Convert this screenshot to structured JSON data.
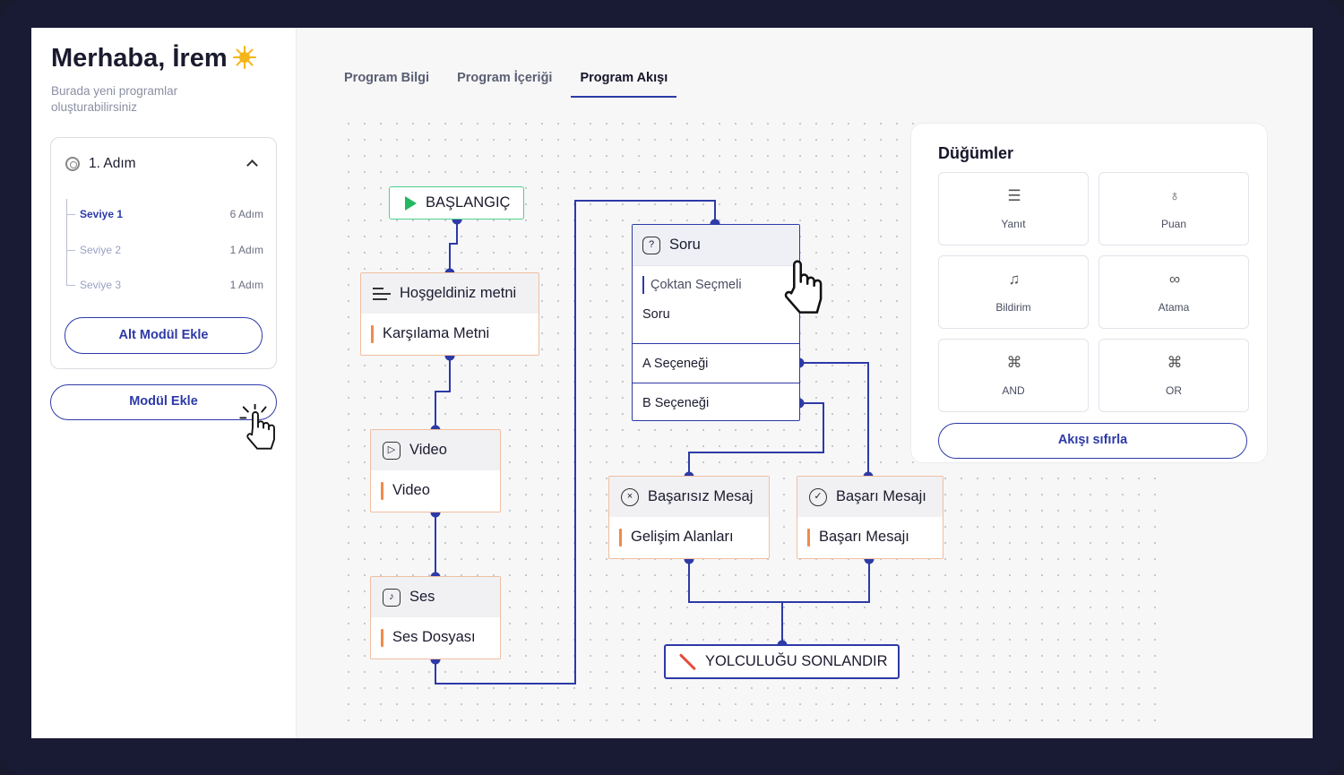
{
  "sidebar": {
    "greeting": "Merhaba, İrem",
    "subtitle": "Burada yeni programlar oluşturabilirsiniz",
    "step": {
      "title": "1. Adım",
      "levels": [
        {
          "name": "Seviye 1",
          "count": "6 Adım"
        },
        {
          "name": "Seviye 2",
          "count": "1 Adım"
        },
        {
          "name": "Seviye 3",
          "count": "1 Adım"
        }
      ],
      "add_submodule": "Alt Modül Ekle"
    },
    "add_module": "Modül Ekle"
  },
  "tabs": [
    {
      "label": "Program Bilgi"
    },
    {
      "label": "Program İçeriği"
    },
    {
      "label": "Program Akışı"
    }
  ],
  "flow": {
    "start": "BAŞLANGIÇ",
    "welcome": {
      "title": "Hoşgeldiniz metni",
      "content": "Karşılama Metni"
    },
    "video": {
      "title": "Video",
      "content": "Video"
    },
    "audio": {
      "title": "Ses",
      "content": "Ses Dosyası"
    },
    "question": {
      "title": "Soru",
      "type": "Çoktan Seçmeli",
      "label": "Soru",
      "options": [
        "A Seçeneği",
        "B Seçeneği"
      ]
    },
    "fail": {
      "title": "Başarısız Mesaj",
      "content": "Gelişim Alanları"
    },
    "success": {
      "title": "Başarı Mesajı",
      "content": "Başarı Mesajı"
    },
    "end": "YOLCULUĞU SONLANDIR"
  },
  "nodes_panel": {
    "title": "Düğümler",
    "items": [
      {
        "label": "Yanıt",
        "icon": "answer-icon"
      },
      {
        "label": "Puan",
        "icon": "badge-icon"
      },
      {
        "label": "Bildirim",
        "icon": "bell-icon"
      },
      {
        "label": "Atama",
        "icon": "link-icon"
      },
      {
        "label": "AND",
        "icon": "command-icon"
      },
      {
        "label": "OR",
        "icon": "command-icon"
      }
    ],
    "reset": "Akışı sıfırla"
  },
  "colors": {
    "accent": "#2d3aa7",
    "node_border": "#f0bfa0",
    "node_bar": "#f08a4b",
    "start_border": "#4fd18c",
    "end_icon": "#e54b3c"
  }
}
